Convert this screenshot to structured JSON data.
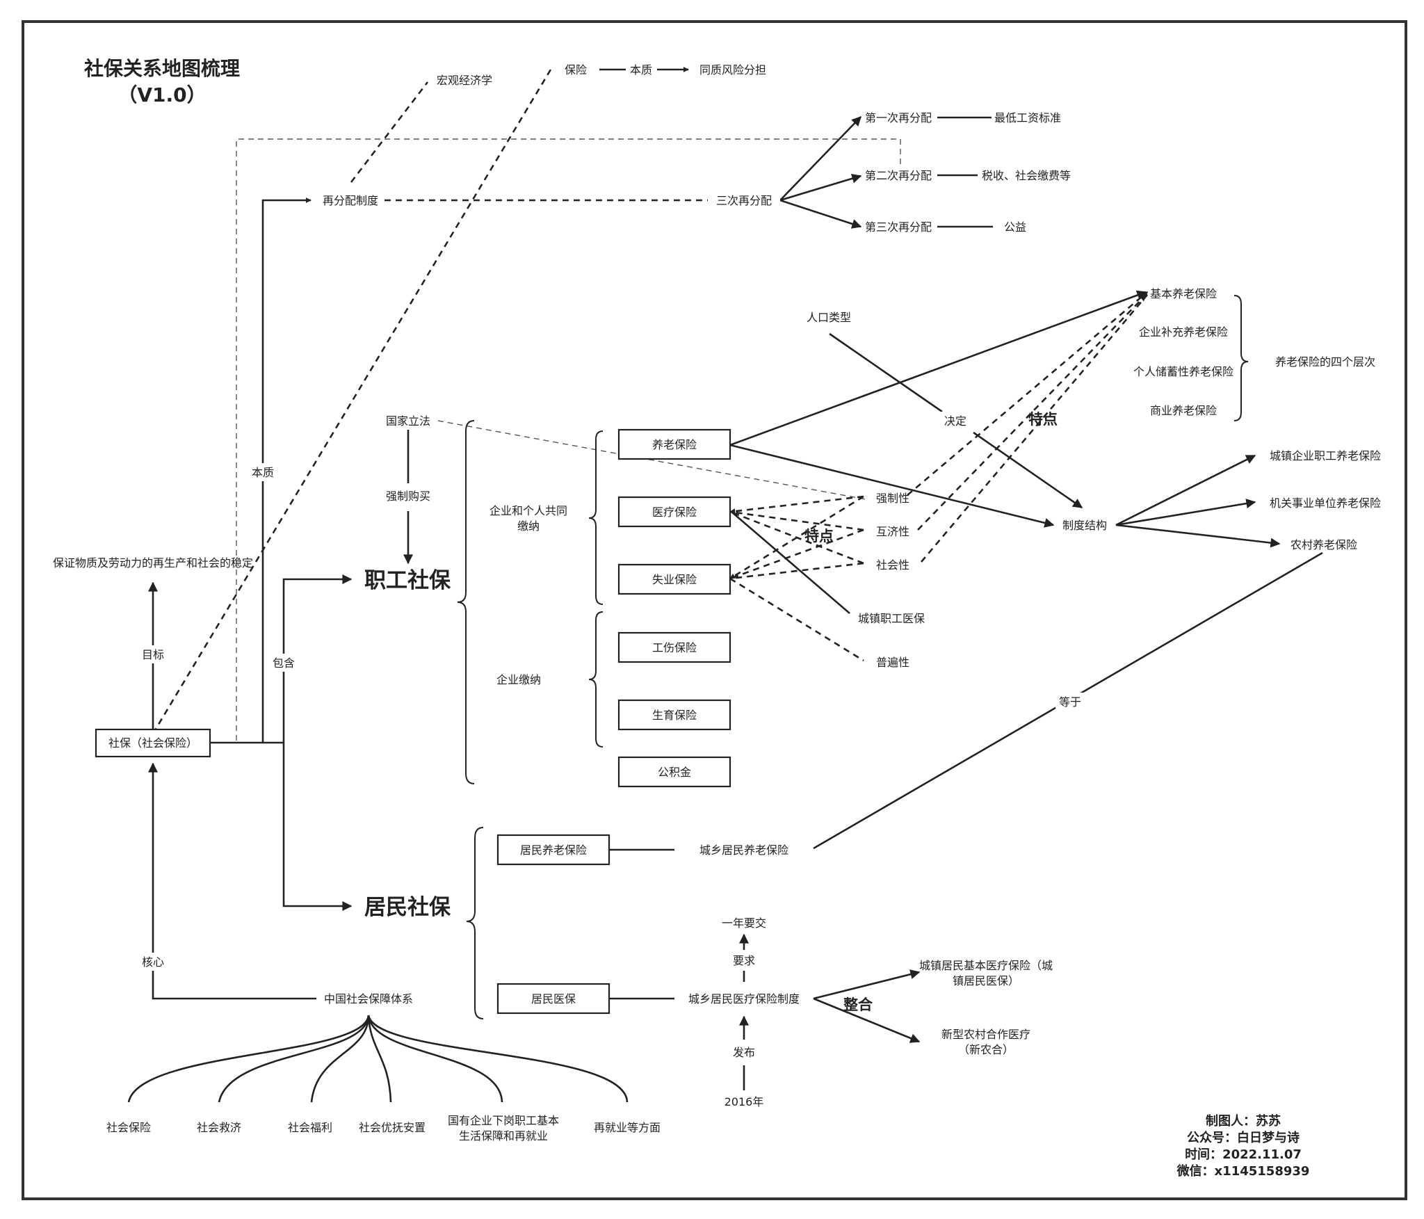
{
  "title": {
    "line1": "社保关系地图梳理",
    "line2": "（V1.0）"
  },
  "nodes": {
    "social_insurance": "社保（社会保险）",
    "goal": "保证物质及劳动力的再生产和社会的稳定",
    "macro": "宏观经济学",
    "insurance": "保险",
    "risk": "同质风险分担",
    "redistribution": "再分配制度",
    "three_redist": "三次再分配",
    "first_redist": "第一次再分配",
    "second_redist": "第二次再分配",
    "third_redist": "第三次再分配",
    "min_wage": "最低工资标准",
    "tax": "税收、社会缴费等",
    "charity": "公益",
    "state_law": "国家立法",
    "employee_ss": "职工社保",
    "resident_ss": "居民社保",
    "joint_pay": [
      "企业和个人共同",
      "缴纳"
    ],
    "employer_pay": "企业缴纳",
    "pension": "养老保险",
    "medical": "医疗保险",
    "unemployment": "失业保险",
    "injury": "工伤保险",
    "maternity": "生育保险",
    "housing_fund": "公积金",
    "compulsory": "强制性",
    "mutual": "互济性",
    "social": "社会性",
    "universal": "普遍性",
    "urban_medical": "城镇职工医保",
    "population_type": "人口类型",
    "system_structure": "制度结构",
    "basic_pension": "基本养老保险",
    "enterprise_pension": "企业补充养老保险",
    "personal_pension": "个人储蓄性养老保险",
    "commercial_pension": "商业养老保险",
    "four_levels": "养老保险的四个层次",
    "urban_enterprise_pension": "城镇企业职工养老保险",
    "public_institution_pension": "机关事业单位养老保险",
    "rural_pension": "农村养老保险",
    "resident_pension": "居民养老保险",
    "urban_rural_pension": "城乡居民养老保险",
    "resident_medical": "居民医保",
    "urban_rural_medical": "城乡居民医疗保险制度",
    "pay_yearly": "一年要交",
    "year_2016": "2016年",
    "urban_resident_medical": [
      "城镇居民基本医疗保险（城",
      "镇居民医保）"
    ],
    "new_rural_coop": [
      "新型农村合作医疗",
      "（新农合）"
    ],
    "china_system": "中国社会保障体系",
    "sub_items": [
      "社会保险",
      "社会救济",
      "社会福利",
      "社会优抚安置",
      "国有企业下岗职工基本",
      "生活保障和再就业",
      "再就业等方面"
    ]
  },
  "edge_labels": {
    "essence1": "本质",
    "essence2": "本质",
    "target": "目标",
    "core": "核心",
    "include": "包含",
    "forced_buy": "强制购买",
    "decide": "决定",
    "feature1": "特点",
    "feature2": "特点",
    "equals": "等于",
    "require": "要求",
    "publish": "发布",
    "merge": "整合"
  },
  "credits": {
    "author": "制图人：苏苏",
    "account": "公众号：白日梦与诗",
    "time": "时间：2022.11.07",
    "wechat": "微信：x1145158939"
  }
}
